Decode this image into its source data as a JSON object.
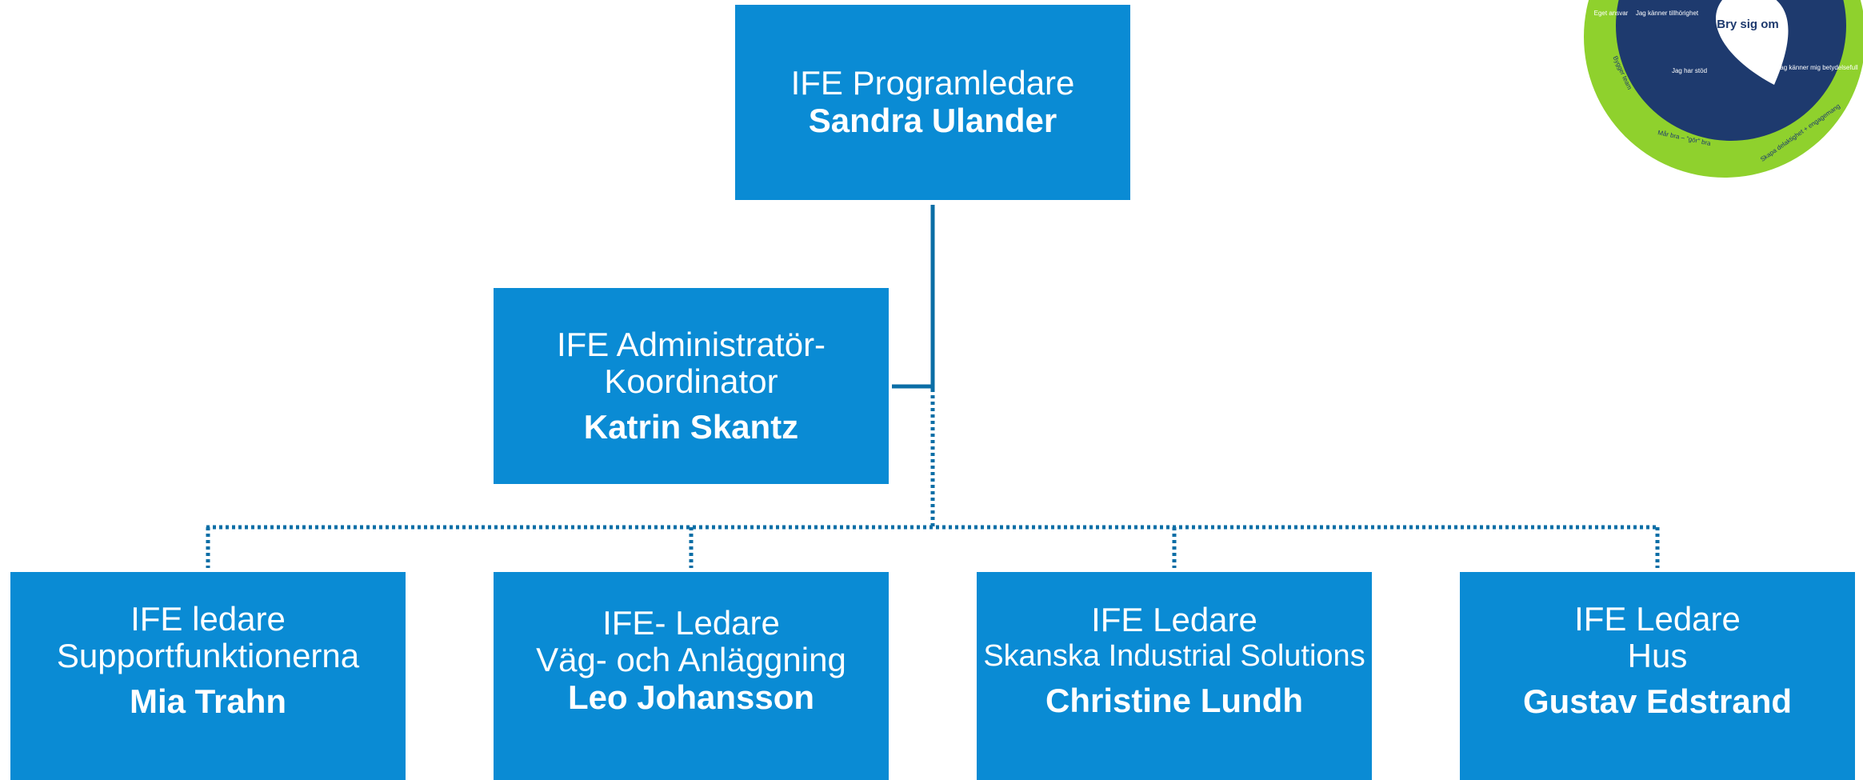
{
  "org_chart": {
    "top": {
      "role": "IFE Programledare",
      "name": "Sandra Ulander"
    },
    "admin": {
      "role_line1": "IFE Administratör-",
      "role_line2": "Koordinator",
      "name": "Katrin Skantz"
    },
    "leaders": [
      {
        "role_line1": "IFE ledare",
        "role_line2": "Supportfunktionerna",
        "name": "Mia Trahn"
      },
      {
        "role_line1": "IFE- Ledare",
        "role_line2": "Väg- och Anläggning",
        "name": "Leo Johansson"
      },
      {
        "role_line1": "IFE Ledare",
        "role_line2": "Skanska Industrial Solutions",
        "name": "Christine Lundh"
      },
      {
        "role_line1": "IFE Ledare",
        "role_line2": "Hus",
        "name": "Gustav Edstrand"
      }
    ]
  },
  "emblem": {
    "center": "Bry sig om",
    "inner_labels": [
      "Jag känner tillhörighet",
      "Jag har stöd",
      "Jag känner mig betydelsefull",
      "Eget ansvar"
    ],
    "outer_labels": [
      "Bygger team",
      "Mår bra – \"gör\" bra",
      "Skapa delaktighet + engagemang"
    ]
  },
  "colors": {
    "box": "#0a8bd4",
    "connector": "#0b6ea6",
    "emblem_inner": "#1e3a6e",
    "emblem_outer": "#8fd12d"
  }
}
